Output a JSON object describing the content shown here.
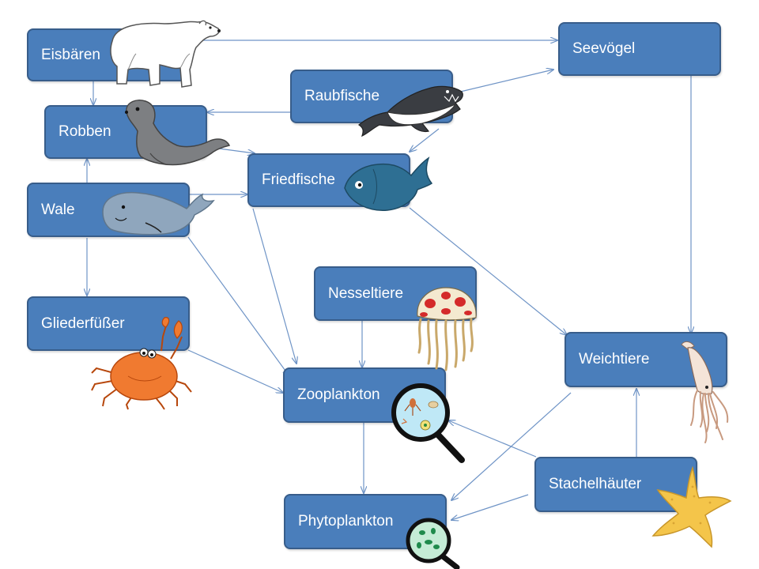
{
  "diagram": {
    "colors": {
      "node_fill": "#4a7ebb",
      "node_border": "#385d8a",
      "arrow": "#6f94c6",
      "text": "#ffffff"
    },
    "nodes": {
      "eisbaeren": "Eisbären",
      "seevoegel": "Seevögel",
      "raubfische": "Raubfische",
      "robben": "Robben",
      "friedfische": "Friedfische",
      "wale": "Wale",
      "nesseltiere": "Nesseltiere",
      "gliederfuesser": "Gliederfüßer",
      "weichtiere": "Weichtiere",
      "zooplankton": "Zooplankton",
      "stachelhaeuter": "Stachelhäuter",
      "phytoplankton": "Phytoplankton"
    },
    "edges": [
      {
        "from": "eisbaeren",
        "to": "seevoegel"
      },
      {
        "from": "eisbaeren",
        "to": "robben"
      },
      {
        "from": "raubfische",
        "to": "seevoegel"
      },
      {
        "from": "raubfische",
        "to": "robben"
      },
      {
        "from": "raubfische",
        "to": "friedfische"
      },
      {
        "from": "robben",
        "to": "friedfische"
      },
      {
        "from": "wale",
        "to": "robben"
      },
      {
        "from": "wale",
        "to": "friedfische"
      },
      {
        "from": "wale",
        "to": "gliederfuesser"
      },
      {
        "from": "wale",
        "to": "zooplankton"
      },
      {
        "from": "friedfische",
        "to": "zooplankton"
      },
      {
        "from": "friedfische",
        "to": "weichtiere"
      },
      {
        "from": "seevoegel",
        "to": "weichtiere"
      },
      {
        "from": "gliederfuesser",
        "to": "zooplankton"
      },
      {
        "from": "nesseltiere",
        "to": "zooplankton"
      },
      {
        "from": "zooplankton",
        "to": "phytoplankton"
      },
      {
        "from": "weichtiere",
        "to": "phytoplankton"
      },
      {
        "from": "stachelhaeuter",
        "to": "weichtiere"
      },
      {
        "from": "stachelhaeuter",
        "to": "zooplankton"
      },
      {
        "from": "stachelhaeuter",
        "to": "phytoplankton"
      }
    ],
    "illustrations": [
      "polar-bear-icon",
      "seal-icon",
      "shark-icon",
      "fish-icon",
      "whale-icon",
      "jellyfish-icon",
      "crab-icon",
      "zooplankton-magnifier-icon",
      "squid-icon",
      "starfish-icon",
      "phytoplankton-magnifier-icon"
    ]
  }
}
